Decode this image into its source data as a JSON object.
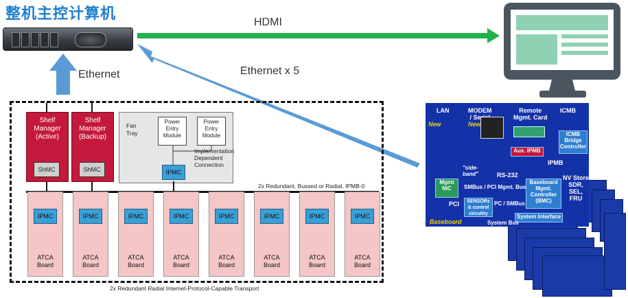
{
  "title": "整机主控计算机",
  "links": {
    "hdmi": "HDMI",
    "ethernet": "Ethernet",
    "ethernet_x5": "Ethernet x 5"
  },
  "shelf_managers": [
    {
      "label": "Shelf Manager (Active)",
      "line1": "Shelf",
      "line2": "Manager",
      "line3": "(Active)",
      "chip": "ShMC"
    },
    {
      "label": "Shelf Manager (Backup)",
      "line1": "Shelf",
      "line2": "Manager",
      "line3": "(Backup)",
      "chip": "ShMC"
    }
  ],
  "fan_tray": {
    "line1": "Fan",
    "line2": "Tray",
    "ipmc": "IPMC"
  },
  "power_entry": {
    "line1": "Power",
    "line2": "Entry",
    "line3": "Module"
  },
  "implementation_note": {
    "line1": "Implementation",
    "line2": "Dependent",
    "line3": "Connection"
  },
  "ipmb_label": "2x Redundant, Bussed or Radial, IPMB-0",
  "transport_label": "2x Redundant Radial Internet-Protocol-Capable Transport",
  "boards": {
    "ipmc": "IPMC",
    "line1": "ATCA",
    "line2": "Board",
    "count": 8
  },
  "baseboard": {
    "lan": "LAN",
    "modem_1": "MODEM",
    "modem_2": "/ Serial",
    "remote_1": "Remote",
    "remote_2": "Mgmt. Card",
    "icmb": "ICMB",
    "icmb_bridge_1": "ICMB",
    "icmb_bridge_2": "Bridge",
    "icmb_bridge_3": "Controller",
    "new_1": "New",
    "new_2": "New",
    "aux_ipmb": "Aux. IPMB",
    "ipmb": "IPMB",
    "sideband_1": "\"side-",
    "sideband_2": "band\"",
    "rs232": "RS-232",
    "mgmt_nic_1": "Mgmt",
    "mgmt_nic_2": "NIC",
    "smbus": "SMBus / PCI Mgmt. Bus",
    "bmc_1": "Baseboard",
    "bmc_2": "Mgmt.",
    "bmc_3": "Controller",
    "bmc_4": "(BMC)",
    "nv_1": "NV Store",
    "nv_2": "SDR,",
    "nv_3": "SEL,",
    "nv_4": "FRU",
    "pci": "PCI",
    "sensors_1": "SENSORs",
    "sensors_2": "& control",
    "sensors_3": "circuitry",
    "pc_smbus": "PC / SMBus",
    "system_interface": "System Interface",
    "system_bus": "System Bus",
    "baseboard": "Baseboard"
  },
  "colors": {
    "title": "#1f7fd0",
    "hdmi_arrow": "#22b04b",
    "ethernet_arrow": "#5b9bd5",
    "shelf_manager": "#c4193c",
    "ipmc": "#3a9fd6",
    "board": "#f4c6c6",
    "bmc_background": "#1432a8"
  }
}
